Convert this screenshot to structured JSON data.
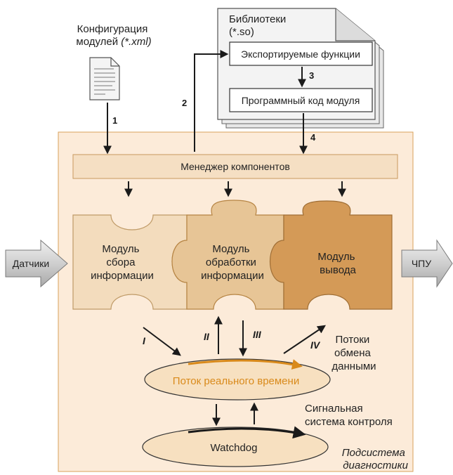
{
  "config": {
    "line1": "Конфигурация",
    "line2": "модулей",
    "line2_italic": "(*.xml)"
  },
  "libraries": {
    "title_line1": "Библиотеки",
    "title_line2": "(*.so)",
    "exported": "Экспортируемые функции",
    "module_code": "Программный код модуля"
  },
  "manager": {
    "label": "Менеджер компонентов"
  },
  "modules": {
    "collect": [
      "Модуль",
      "сбора",
      "информации"
    ],
    "process": [
      "Модуль",
      "обработки",
      "информации"
    ],
    "output": [
      "Модуль",
      "вывода"
    ]
  },
  "io": {
    "sensors": "Датчики",
    "cnc": "ЧПУ"
  },
  "rt_thread": "Поток реального времени",
  "watchdog": "Watchdog",
  "streams": [
    "Потоки",
    "обмена",
    "данными"
  ],
  "signal": [
    "Сигнальная",
    "система контроля"
  ],
  "diagnostics": [
    "Подсистема",
    "диагностики"
  ],
  "arrow_numbers": {
    "n1": "1",
    "n2": "2",
    "n3": "3",
    "n4": "4"
  },
  "roman": {
    "I": "I",
    "II": "II",
    "III": "III",
    "IV": "IV"
  },
  "colors": {
    "subsystem_bg": "#fcebd9",
    "subsystem_border": "#d9a25b",
    "manager_bg": "#f5dfc3",
    "collect": "#f3dcbd",
    "process": "#e7c596",
    "output": "#d49a57",
    "rt_accent": "#d98a1b",
    "ellipse": "#f7e0c0"
  }
}
